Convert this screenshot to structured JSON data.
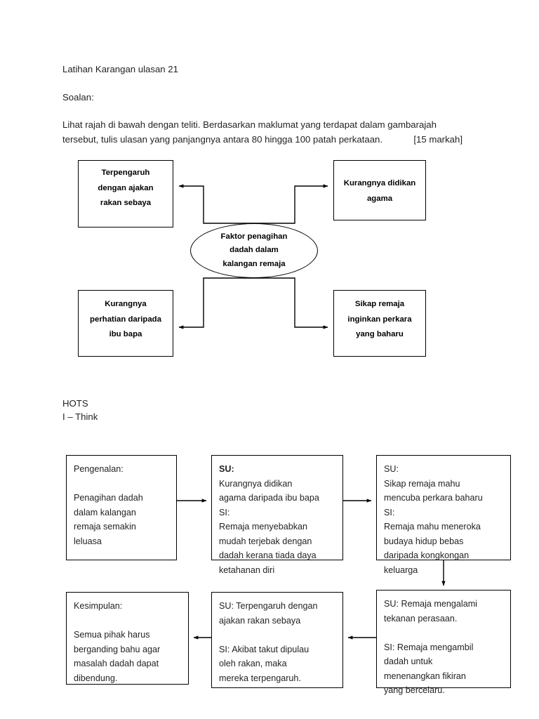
{
  "document": {
    "title": "Latihan Karangan ulasan 21",
    "soalan_label": "Soalan:",
    "instruction": "Lihat rajah di bawah dengan teliti. Berdasarkan maklumat yang terdapat dalam gambarajah tersebut, tulis ulasan yang panjangnya antara 80 hingga 100 patah perkataan.",
    "marks": "[15 markah]"
  },
  "concept_map": {
    "center": "Faktor penagihan\ndadah dalam\nkalangan remaja",
    "boxes": {
      "top_left": "Terpengaruh\ndengan ajakan\nrakan sebaya",
      "top_right": "Kurangnya didikan\nagama",
      "bottom_left": "Kurangnya\nperhatian daripada\nibu bapa",
      "bottom_right": "Sikap remaja\ninginkan perkara\nyang baharu"
    }
  },
  "hots": {
    "heading": "HOTS",
    "subheading": "I – Think"
  },
  "flow": {
    "intro": "Pengenalan:\n\nPenagihan dadah\ndalam kalangan\nremaja semakin\nleluasa",
    "religion_lead": "SU:",
    "religion_body": "\nKurangnya didikan\nagama daripada ibu bapa\nSI:\nRemaja menyebabkan\nmudah terjebak dengan\ndadah kerana tiada daya\nketahanan diri",
    "curiosity": "SU:\nSikap remaja mahu\nmencuba perkara baharu\nSI:\nRemaja mahu meneroka\nbudaya hidup bebas\ndaripada kongkongan\nkeluarga",
    "stress": "SU: Remaja mengalami\ntekanan perasaan.\n\nSI: Remaja mengambil\ndadah untuk\nmenenangkan fikiran\nyang bercelaru.",
    "peer": "SU: Terpengaruh dengan\najakan rakan sebaya\n\nSI: Akibat takut dipulau\noleh rakan,  maka\nmereka terpengaruh.",
    "conclusion": "Kesimpulan:\n\nSemua pihak harus\nberganding bahu agar\nmasalah dadah dapat\ndibendung."
  },
  "colors": {
    "ink": "#231f20",
    "stroke": "#000000",
    "background": "#ffffff"
  }
}
